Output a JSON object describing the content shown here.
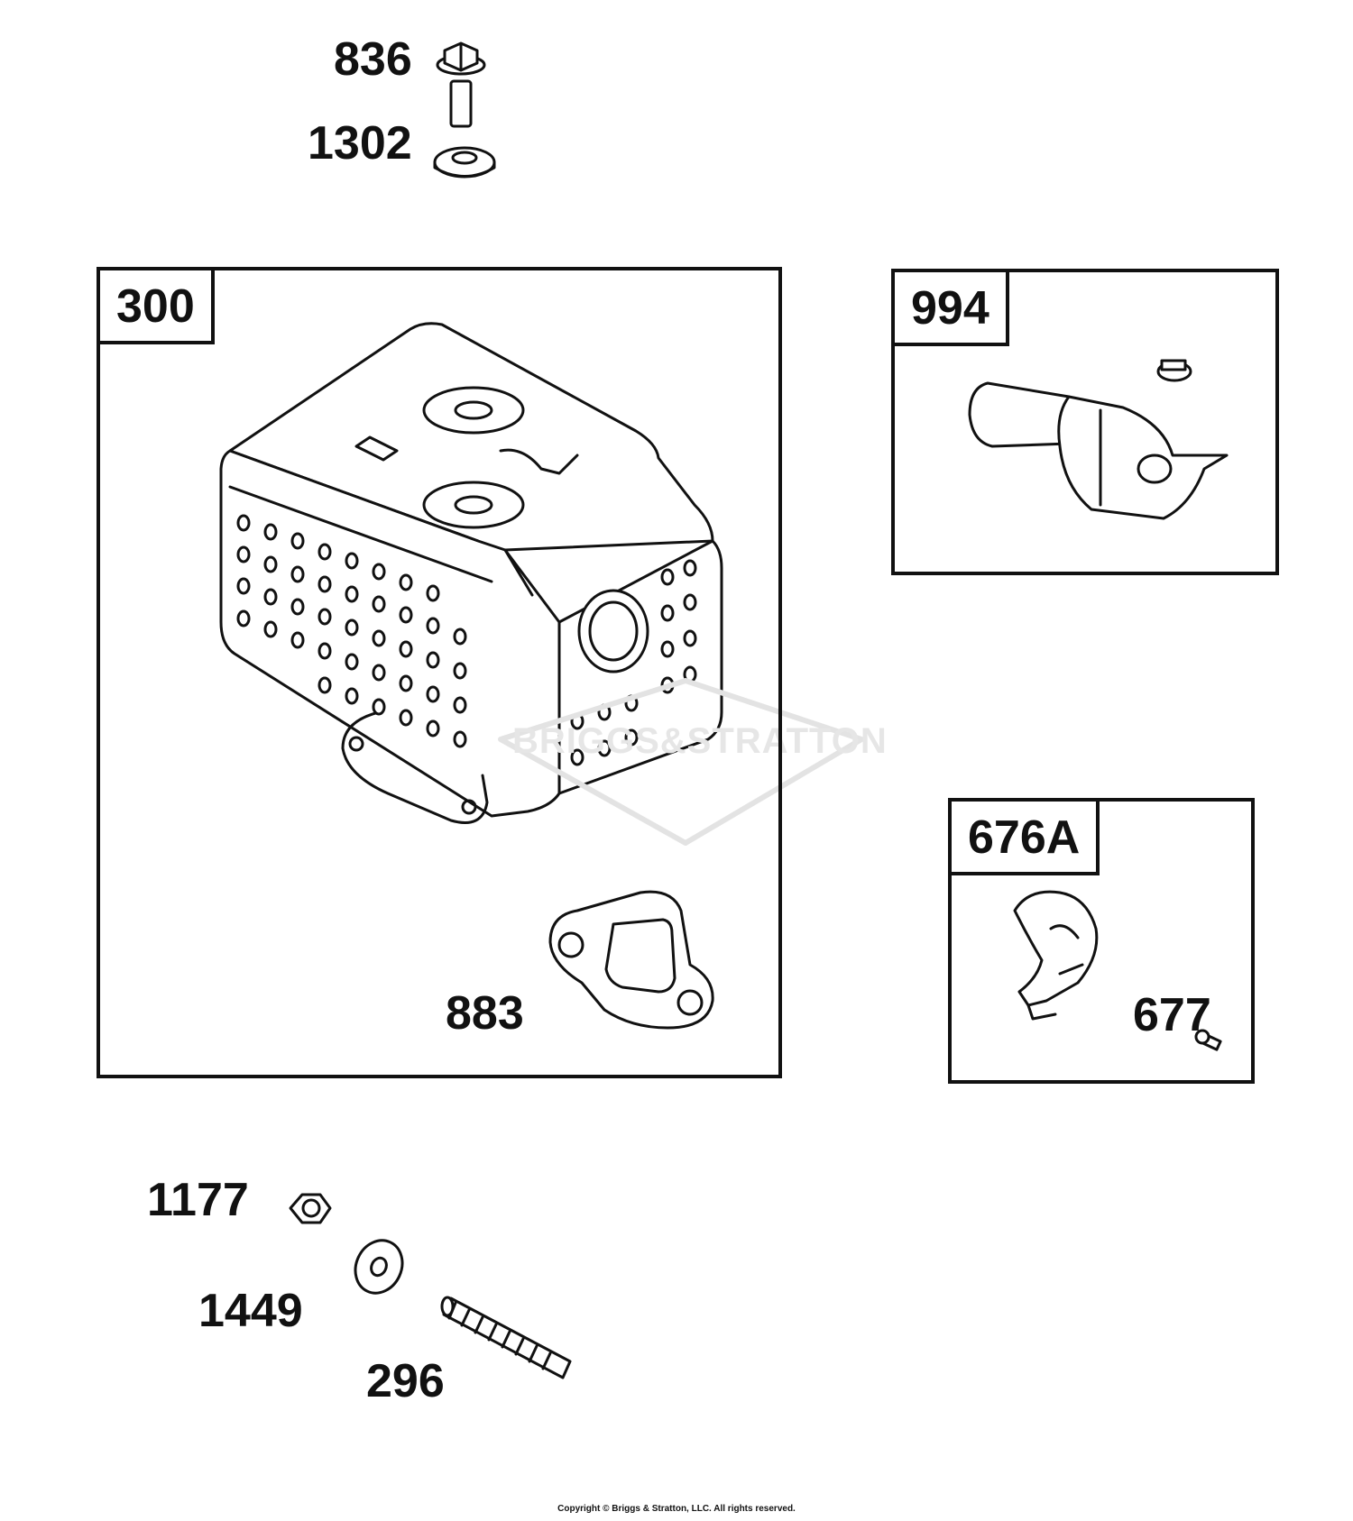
{
  "parts": {
    "p836": "836",
    "p1302": "1302",
    "p300": "300",
    "p883": "883",
    "p994": "994",
    "p676a": "676A",
    "p677": "677",
    "p1177": "1177",
    "p1449": "1449",
    "p296": "296"
  },
  "watermark": "BRIGGS&STRATTON",
  "copyright": "Copyright © Briggs & Stratton, LLC. All rights reserved.",
  "icons": [
    "bolt-icon",
    "washer-icon",
    "muffler-icon",
    "gasket-icon",
    "deflector-icon",
    "guard-icon",
    "screw-icon",
    "nut-icon",
    "stud-icon"
  ]
}
